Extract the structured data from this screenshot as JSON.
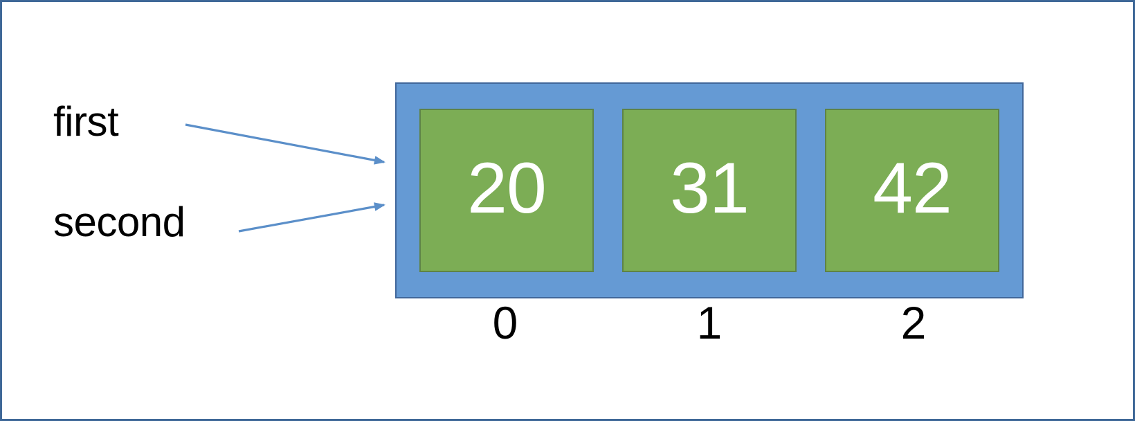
{
  "diagram": {
    "title": "Array indexing diagram",
    "colors": {
      "page_border": "#3f6898",
      "container_fill": "#659AD4",
      "container_border": "#41679A",
      "cell_fill": "#7CAD55",
      "cell_border": "#5E8346",
      "cell_text": "#ffffff",
      "label_text": "#000000",
      "arrow": "#5B8FC9"
    },
    "pointers": [
      {
        "label": "first",
        "target_index": 0,
        "arrow_name": "arrow-first"
      },
      {
        "label": "second",
        "target_index": 0,
        "arrow_name": "arrow-second"
      }
    ],
    "array": {
      "cells": [
        {
          "index": "0",
          "value": "20"
        },
        {
          "index": "1",
          "value": "31"
        },
        {
          "index": "2",
          "value": "42"
        }
      ]
    }
  }
}
